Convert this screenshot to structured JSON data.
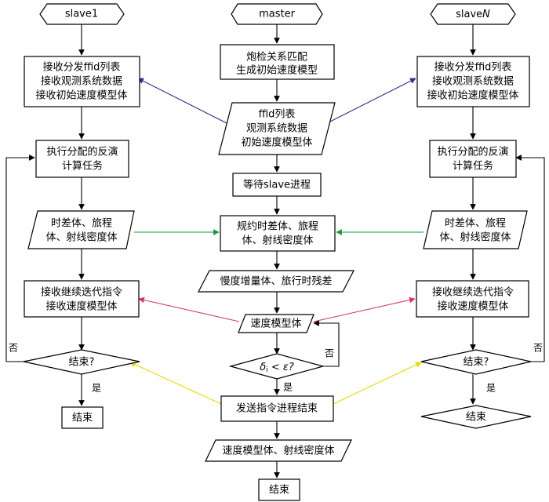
{
  "colors": {
    "blue": "#2e2e8c",
    "green": "#1a9a3a",
    "magenta": "#d8357a",
    "yellow": "#f2e60a",
    "black": "#000000"
  },
  "master": {
    "start": "master",
    "match": {
      "line1": "炮检关系匹配",
      "line2": "生成初始速度模型"
    },
    "data": {
      "line1": "ffid列表",
      "line2": "观测系统数据",
      "line3": "初始速度模型体"
    },
    "wait": "等待slave进程",
    "reduce": {
      "line1": "规约时差体、旅程",
      "line2": "体、射线密度体"
    },
    "slowness": "慢度增量体、旅行时残差",
    "model": "速度模型体",
    "cond_delta": "δ",
    "cond_sub": "i",
    "cond_rest": " < ε?",
    "yes": "是",
    "no": "否",
    "send_end": "发送指令进程结束",
    "output": "速度模型体、射线密度体",
    "end": "结束"
  },
  "slave1": {
    "start": "slave1",
    "recv": {
      "line1": "接收分发ffid列表",
      "line2": "接收观测系统数据",
      "line3": "接收初始速度模型体"
    },
    "exec": {
      "line1": "执行分配的反演",
      "line2": "计算任务"
    },
    "data": {
      "line1": "时差体、旅程",
      "line2": "体、射线密度体"
    },
    "recv_iter": {
      "line1": "接收继续迭代指令",
      "line2": "接收速度模型体"
    },
    "cond": "结束?",
    "yes": "是",
    "no": "否",
    "end": "结束"
  },
  "slaveN": {
    "start_prefix": "slave",
    "start_italic": "N",
    "recv": {
      "line1": "接收分发ffid列表",
      "line2": "接收观测系统数据",
      "line3": "接收初始速度模型体"
    },
    "exec": {
      "line1": "执行分配的反演",
      "line2": "计算任务"
    },
    "data": {
      "line1": "时差体、旅程",
      "line2": "体、射线密度体"
    },
    "recv_iter": {
      "line1": "接收继续迭代指令",
      "line2": "接收速度模型体"
    },
    "cond": "结束?",
    "yes": "是",
    "no": "否",
    "end": "结束"
  }
}
